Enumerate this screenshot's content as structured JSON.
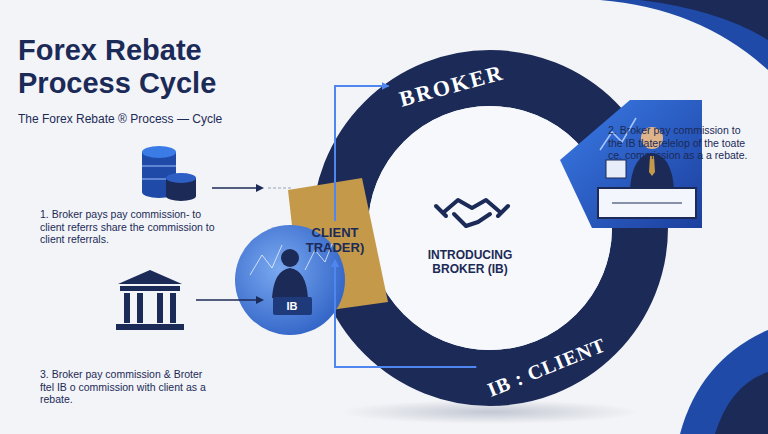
{
  "diagram": {
    "title": "Forex Rebate Process Cycle",
    "nodes": [
      {
        "text": [
          "BROKER"
        ]
      },
      {
        "text": [
          "CLIENT TRADER)"
        ]
      },
      {
        "text": [
          "IB"
        ]
      },
      {
        "text": [
          "IB : CLIENT"
        ]
      }
    ],
    "edges": [
      {
        "from": 1,
        "to": 0,
        "arrow": "to"
      },
      {
        "from": 3,
        "to": 1,
        "arrow": "to"
      }
    ],
    "labels": [
      "The Forex Rebate ® Process — Cycle",
      "1. Broker pays pay commission- to client referrs share the commission to client referrals.",
      "INTRODUCING BROKER (IB)",
      "2. Broker pay commission to the IB tlaterelelop of the toate ce. commission as a a rebate.",
      "3. Broker pay commission & Broter ftel IB o commission with client as a rebate."
    ]
  }
}
